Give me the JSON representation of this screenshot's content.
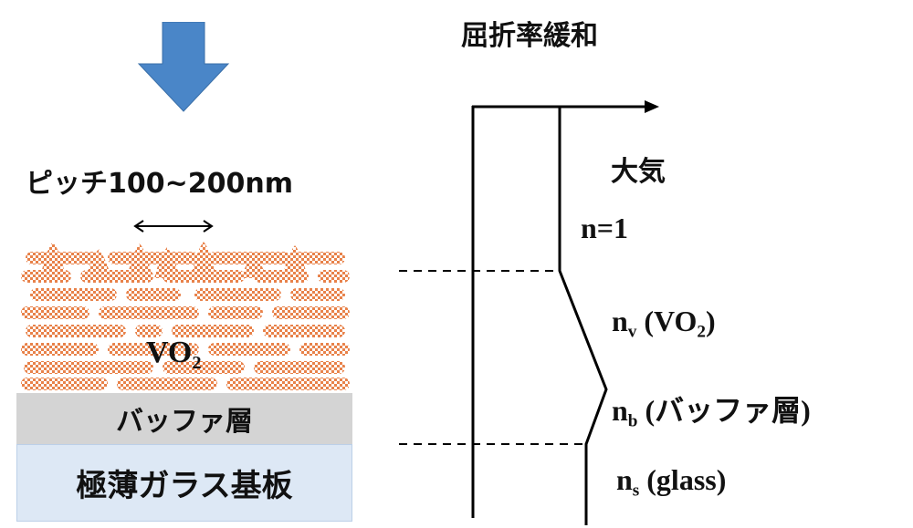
{
  "title": "屈折率緩和",
  "left": {
    "pitch_label": "ピッチ100~200nm",
    "vo2_label": {
      "main": "VO",
      "sub": "2"
    },
    "buffer_label": "バッファ層",
    "substrate_label": "極薄ガラス基板",
    "colors": {
      "arrow": "#4a86c8",
      "vo2": "#e8824a",
      "buffer": "#d4d4d4",
      "substrate": "#dde8f5"
    }
  },
  "right": {
    "air_label": "大気",
    "n_air": "n=1",
    "n_v": {
      "main": "n",
      "sub": "v",
      "rest": " (VO",
      "sub2": "2",
      "close": ")"
    },
    "n_b": {
      "main": "n",
      "sub": "b",
      "rest": " (バッファ層)"
    },
    "n_s": {
      "main": "n",
      "sub": "s",
      "rest": " (glass)"
    }
  }
}
